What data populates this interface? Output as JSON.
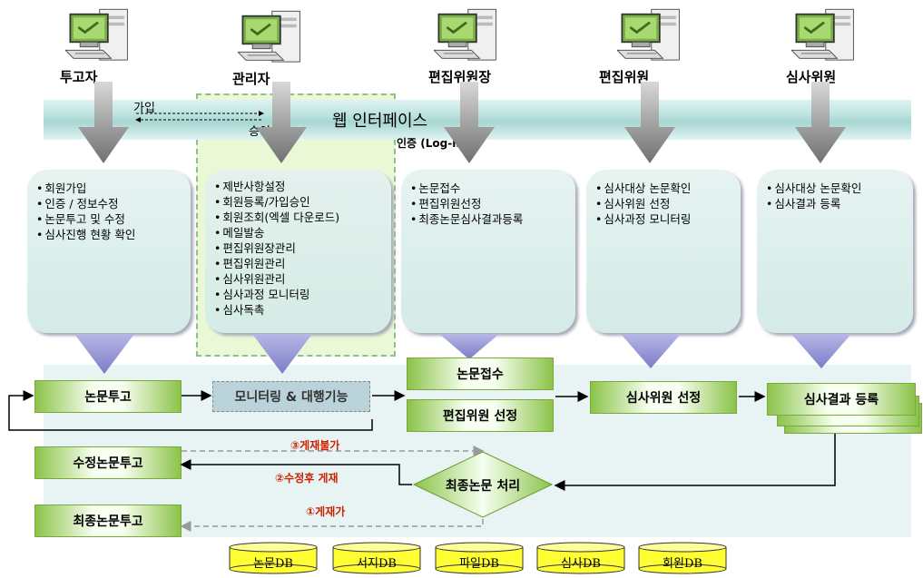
{
  "actors": [
    {
      "id": "author",
      "label": "투고자"
    },
    {
      "id": "admin",
      "label": "관리자"
    },
    {
      "id": "chief",
      "label": "편집위원장"
    },
    {
      "id": "editor",
      "label": "편집위원"
    },
    {
      "id": "reviewer",
      "label": "심사위원"
    }
  ],
  "interface": {
    "title": "웹 인터페이스",
    "login": "인증 (Log-in)",
    "join": "가입",
    "approve": "승인"
  },
  "panels": [
    {
      "items": [
        "회원가입",
        "인증 / 정보수정",
        "논문투고 및 수정",
        "심사진행 현황 확인"
      ]
    },
    {
      "items": [
        "제반사항설정",
        "회원등록/가입승인",
        "회원조회(엑셀 다운로드)",
        "메일발송",
        "편집위원장관리",
        "편집위원관리",
        "심사위원관리",
        "심사과정 모니터링",
        "심사독촉"
      ]
    },
    {
      "items": [
        "논문접수",
        "편집위원선정",
        "최종논문심사결과등록"
      ]
    },
    {
      "items": [
        "심사대상 논문확인",
        "심사위원 선정",
        "심사과정 모니터링"
      ]
    },
    {
      "items": [
        "심사대상 논문확인",
        "심사결과 등록"
      ]
    }
  ],
  "flow": {
    "submit": "논문투고",
    "monitor": "모니터링 & 대행기능",
    "receive": "논문접수",
    "select_editor": "편집위원 선정",
    "select_reviewer": "심사위원 선정",
    "register_result": "심사결과 등록",
    "final_process": "최종논문 처리",
    "revise_submit": "수정논문투고",
    "final_submit": "최종논문투고",
    "reject": "③게재불가",
    "revise_accept": "②수정후 게재",
    "accept": "①게재가"
  },
  "databases": [
    "논문DB",
    "서지DB",
    "파일DB",
    "심사DB",
    "회원DB"
  ],
  "colors": {
    "accent_red": "#cc2200",
    "box_green": "#8bc34a",
    "panel": "#dff0ec",
    "highlight": "#eaf8d6"
  }
}
